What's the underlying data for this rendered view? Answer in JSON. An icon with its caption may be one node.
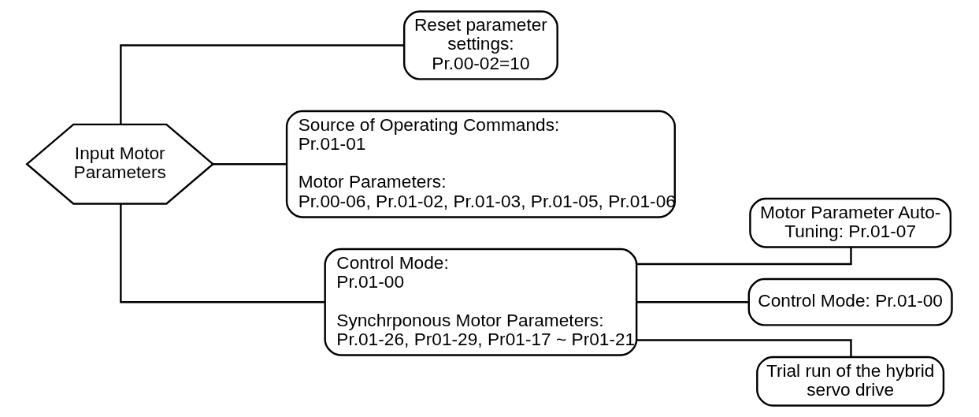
{
  "diagram": {
    "nodes": [
      {
        "text": [
          "Input Motor Parameters"
        ]
      },
      {
        "text": [
          "Reset parameter settings: Pr.00-02=10"
        ]
      },
      {
        "text": [
          "Source of Operating Commands: Pr.01-01",
          "Motor Parameters: Pr.00-06, Pr.01-02, Pr.01-03, Pr.01-05, Pr.01-06"
        ]
      },
      {
        "text": [
          "Control Mode: Pr.01-00",
          "Synchrponous Motor Parameters: Pr.01-26, Pr01-29, Pr01-17 ~ Pr01-21"
        ]
      },
      {
        "text": [
          "Motor Parameter Auto-Tuning: Pr.01-07"
        ]
      },
      {
        "text": [
          "Control Mode: Pr.01-00"
        ]
      },
      {
        "text": [
          "Trial run of the hybrid servo drive"
        ]
      }
    ],
    "edges": [
      {
        "from": 0,
        "to": 1,
        "arrow": "none"
      },
      {
        "from": 0,
        "to": 2,
        "arrow": "none"
      },
      {
        "from": 0,
        "to": 3,
        "arrow": "none"
      },
      {
        "from": 3,
        "to": 4,
        "arrow": "none"
      },
      {
        "from": 3,
        "to": 5,
        "arrow": "none"
      },
      {
        "from": 3,
        "to": 6,
        "arrow": "none"
      }
    ]
  }
}
